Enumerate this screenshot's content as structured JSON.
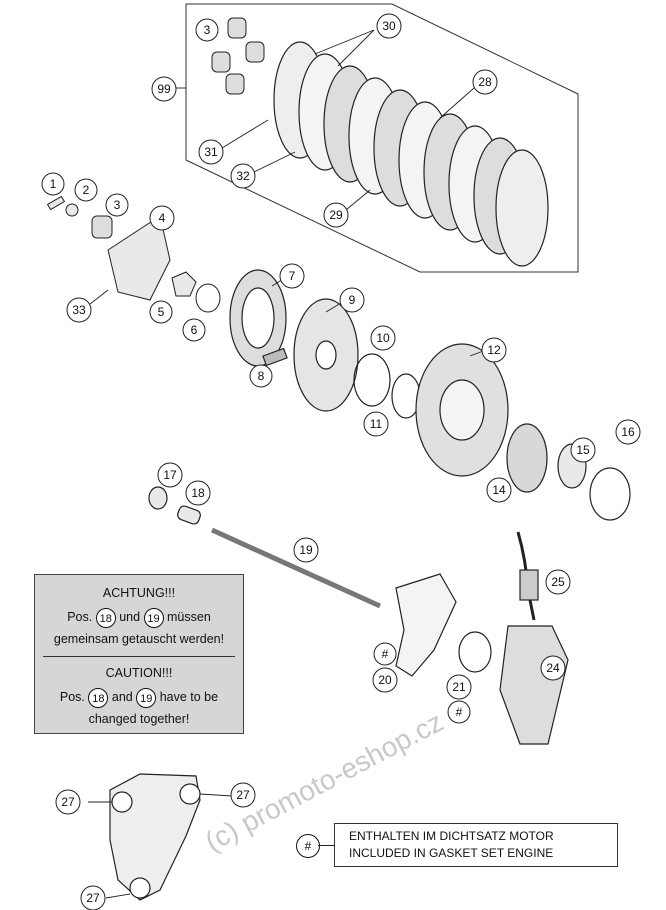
{
  "callouts": [
    {
      "label": "99"
    },
    {
      "label": "3"
    },
    {
      "label": "30"
    },
    {
      "label": "28"
    },
    {
      "label": "31"
    },
    {
      "label": "32"
    },
    {
      "label": "29"
    },
    {
      "label": "1"
    },
    {
      "label": "2"
    },
    {
      "label": "3"
    },
    {
      "label": "4"
    },
    {
      "label": "33"
    },
    {
      "label": "5"
    },
    {
      "label": "6"
    },
    {
      "label": "7"
    },
    {
      "label": "8"
    },
    {
      "label": "9"
    },
    {
      "label": "10"
    },
    {
      "label": "11"
    },
    {
      "label": "12"
    },
    {
      "label": "14"
    },
    {
      "label": "15"
    },
    {
      "label": "16"
    },
    {
      "label": "17"
    },
    {
      "label": "18"
    },
    {
      "label": "19"
    },
    {
      "label": "25"
    },
    {
      "label": "24"
    },
    {
      "label": "#"
    },
    {
      "label": "20"
    },
    {
      "label": "21"
    },
    {
      "label": "#"
    },
    {
      "label": "27"
    },
    {
      "label": "27"
    },
    {
      "label": "27"
    }
  ],
  "note": {
    "de_title": "ACHTUNG!!!",
    "de_prefix": "Pos.",
    "de_and": "und",
    "de_suffix": "müssen",
    "de_line2": "gemeinsam getauscht werden!",
    "en_title": "CAUTION!!!",
    "en_prefix": "Pos.",
    "en_and": "and",
    "en_suffix": "have to be",
    "en_line2": "changed together!",
    "ref_a": "18",
    "ref_b": "19"
  },
  "gasket_note": {
    "symbol": "#",
    "line_de": "ENTHALTEN IM DICHTSATZ MOTOR",
    "line_en": "INCLUDED IN GASKET SET ENGINE"
  },
  "watermark": "(c) promoto-eshop.cz",
  "colors": {
    "part_fill": "#e9e9e9",
    "line": "#222222",
    "note_bg": "#d6d6d6"
  }
}
